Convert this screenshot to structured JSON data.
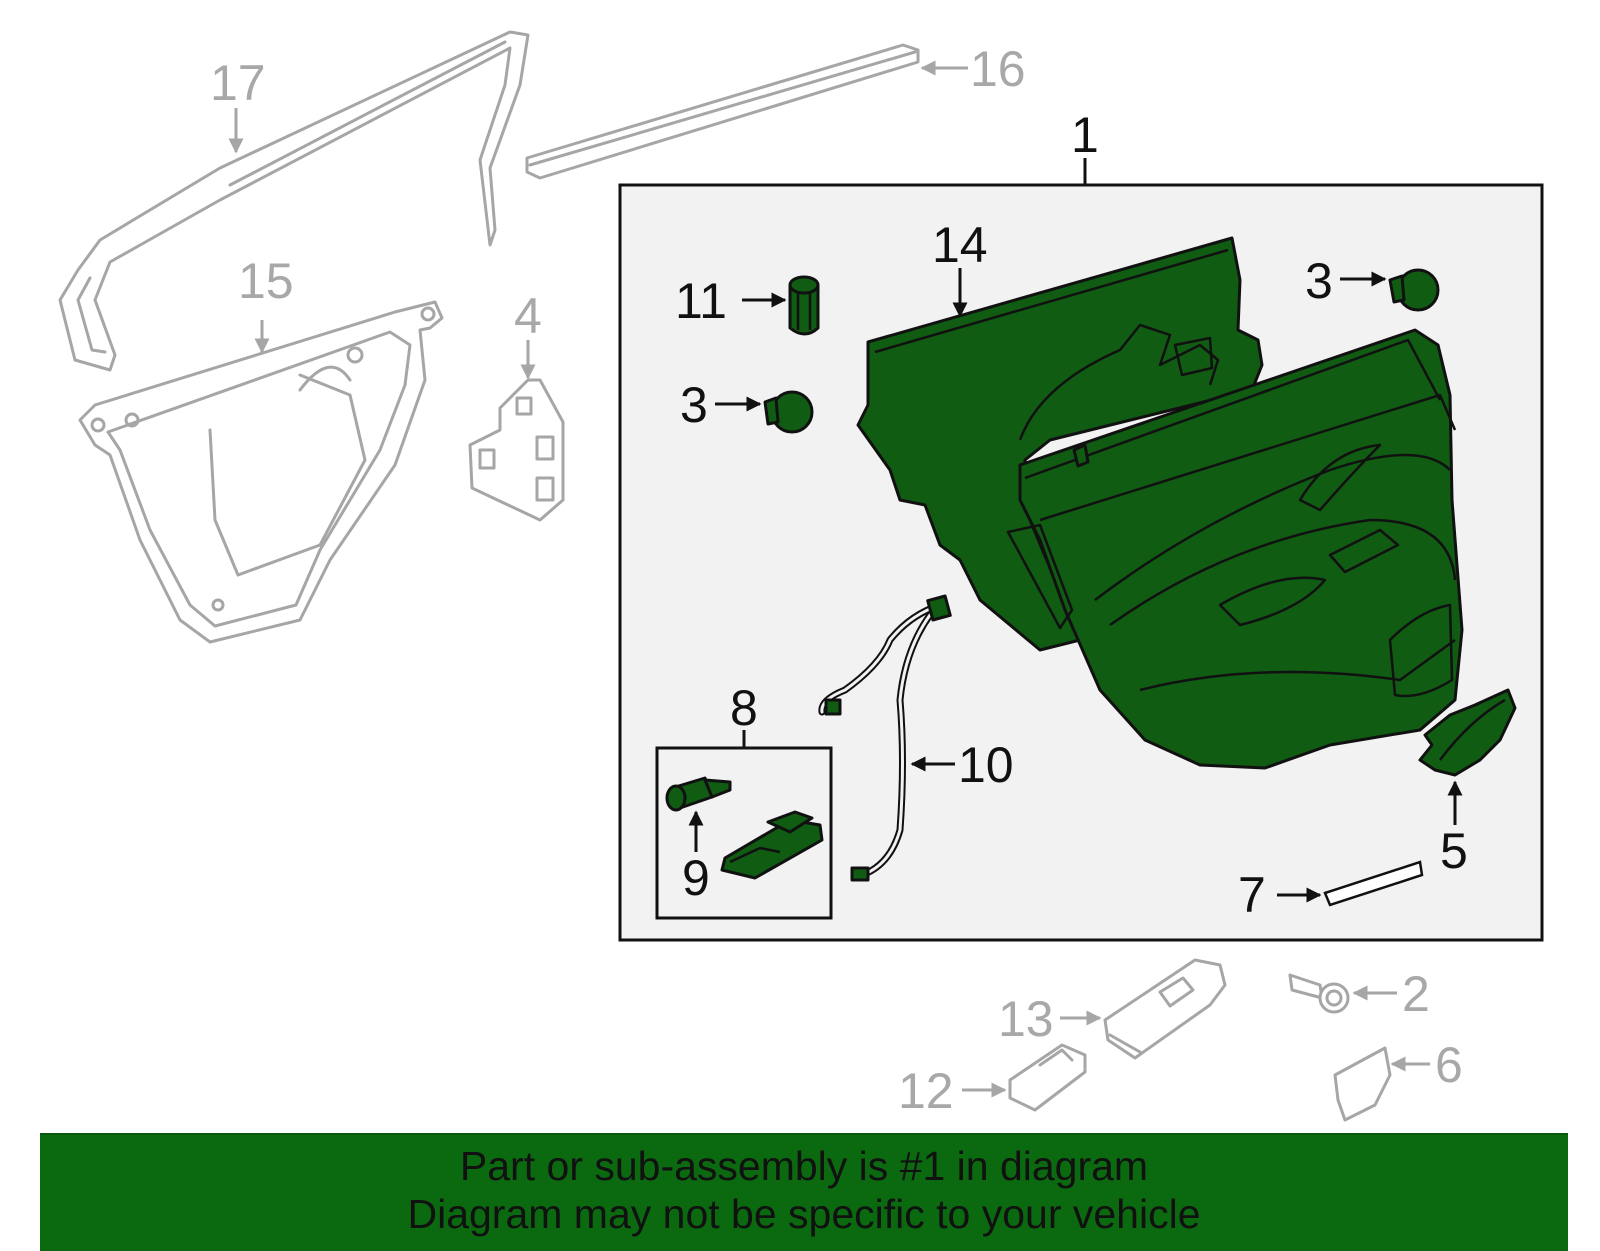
{
  "diagram": {
    "labels": {
      "part_1": "1",
      "part_2": "2",
      "part_3a": "3",
      "part_3b": "3",
      "part_4": "4",
      "part_5": "5",
      "part_6": "6",
      "part_7": "7",
      "part_8": "8",
      "part_9": "9",
      "part_10": "10",
      "part_11": "11",
      "part_12": "12",
      "part_13": "13",
      "part_14": "14",
      "part_15": "15",
      "part_16": "16",
      "part_17": "17"
    },
    "colors": {
      "highlight_green": "#0f5c12",
      "banner_green": "#0b6a10",
      "inactive_gray": "#a6a6a6",
      "outline_black": "#111111",
      "panel_background": "#f2f2f2"
    }
  },
  "banner": {
    "line1": "Part or sub-assembly is #1 in diagram",
    "line2": "Diagram may not be specific to your vehicle"
  }
}
